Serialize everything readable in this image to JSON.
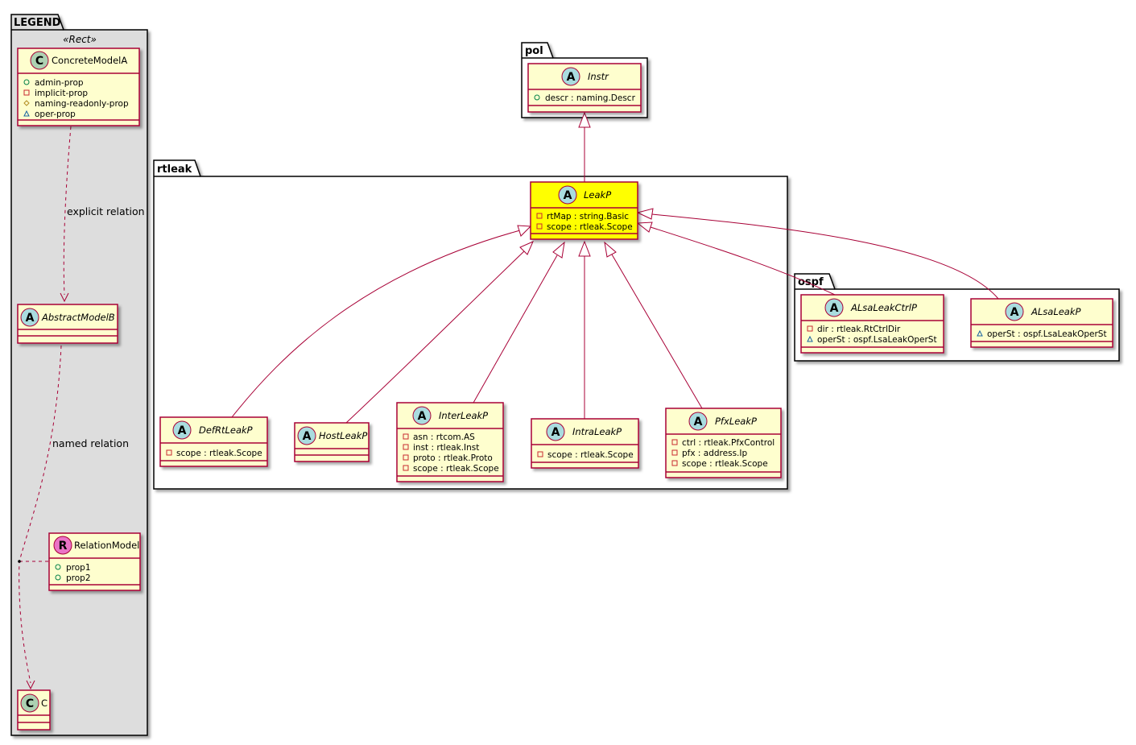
{
  "packages": {
    "legend": "LEGEND",
    "pol": "pol",
    "rtleak": "rtleak",
    "ospf": "ospf"
  },
  "legend": {
    "stereotype": "«Rect»",
    "concrete_model": {
      "kind": "C",
      "name": "ConcreteModelA",
      "attrs": [
        {
          "vis": "+",
          "text": "admin-prop"
        },
        {
          "vis": "-",
          "text": "implicit-prop"
        },
        {
          "vis": "#",
          "text": "naming-readonly-prop"
        },
        {
          "vis": "~",
          "text": "oper-prop"
        }
      ]
    },
    "abstract_model": {
      "kind": "A",
      "name": "AbstractModelB"
    },
    "relation_model": {
      "kind": "R",
      "name": "RelationModel",
      "attrs": [
        {
          "vis": "+",
          "text": "prop1"
        },
        {
          "vis": "+",
          "text": "prop2"
        }
      ]
    },
    "c_model": {
      "kind": "C",
      "name": "C"
    },
    "explicit_relation_label": "explicit relation",
    "named_relation_label": "named relation"
  },
  "classes": {
    "instr": {
      "kind": "A",
      "name": "Instr",
      "attrs": [
        {
          "vis": "+",
          "text": "descr : naming.Descr"
        }
      ]
    },
    "leakp": {
      "kind": "A",
      "name": "LeakP",
      "highlight": "#ffff00",
      "attrs": [
        {
          "vis": "-",
          "text": "rtMap : string.Basic"
        },
        {
          "vis": "-",
          "text": "scope : rtleak.Scope"
        }
      ]
    },
    "defrtleakp": {
      "kind": "A",
      "name": "DefRtLeakP",
      "attrs": [
        {
          "vis": "-",
          "text": "scope : rtleak.Scope"
        }
      ]
    },
    "hostleakp": {
      "kind": "A",
      "name": "HostLeakP",
      "attrs": []
    },
    "interleakp": {
      "kind": "A",
      "name": "InterLeakP",
      "attrs": [
        {
          "vis": "-",
          "text": "asn : rtcom.AS"
        },
        {
          "vis": "-",
          "text": "inst : rtleak.Inst"
        },
        {
          "vis": "-",
          "text": "proto : rtleak.Proto"
        },
        {
          "vis": "-",
          "text": "scope : rtleak.Scope"
        }
      ]
    },
    "intraleakp": {
      "kind": "A",
      "name": "IntraLeakP",
      "attrs": [
        {
          "vis": "-",
          "text": "scope : rtleak.Scope"
        }
      ]
    },
    "pfxleakp": {
      "kind": "A",
      "name": "PfxLeakP",
      "attrs": [
        {
          "vis": "-",
          "text": "ctrl : rtleak.PfxControl"
        },
        {
          "vis": "-",
          "text": "pfx : address.Ip"
        },
        {
          "vis": "-",
          "text": "scope : rtleak.Scope"
        }
      ]
    },
    "alsaleakctrlp": {
      "kind": "A",
      "name": "ALsaLeakCtrlP",
      "attrs": [
        {
          "vis": "-",
          "text": "dir : rtleak.RtCtrlDir"
        },
        {
          "vis": "~",
          "text": "operSt : ospf.LsaLeakOperSt"
        }
      ]
    },
    "alsaleakp": {
      "kind": "A",
      "name": "ALsaLeakP",
      "attrs": [
        {
          "vis": "~",
          "text": "operSt : ospf.LsaLeakOperSt"
        }
      ]
    }
  },
  "colors": {
    "class_fill": "#fefece",
    "class_border": "#a80036",
    "highlight_fill": "#ffff00",
    "abstract_circle": "#a9dcdf",
    "concrete_circle": "#add1b2",
    "relation_circle": "#ea73c6",
    "legend_bg": "#dddddd",
    "edge": "#a80036"
  }
}
